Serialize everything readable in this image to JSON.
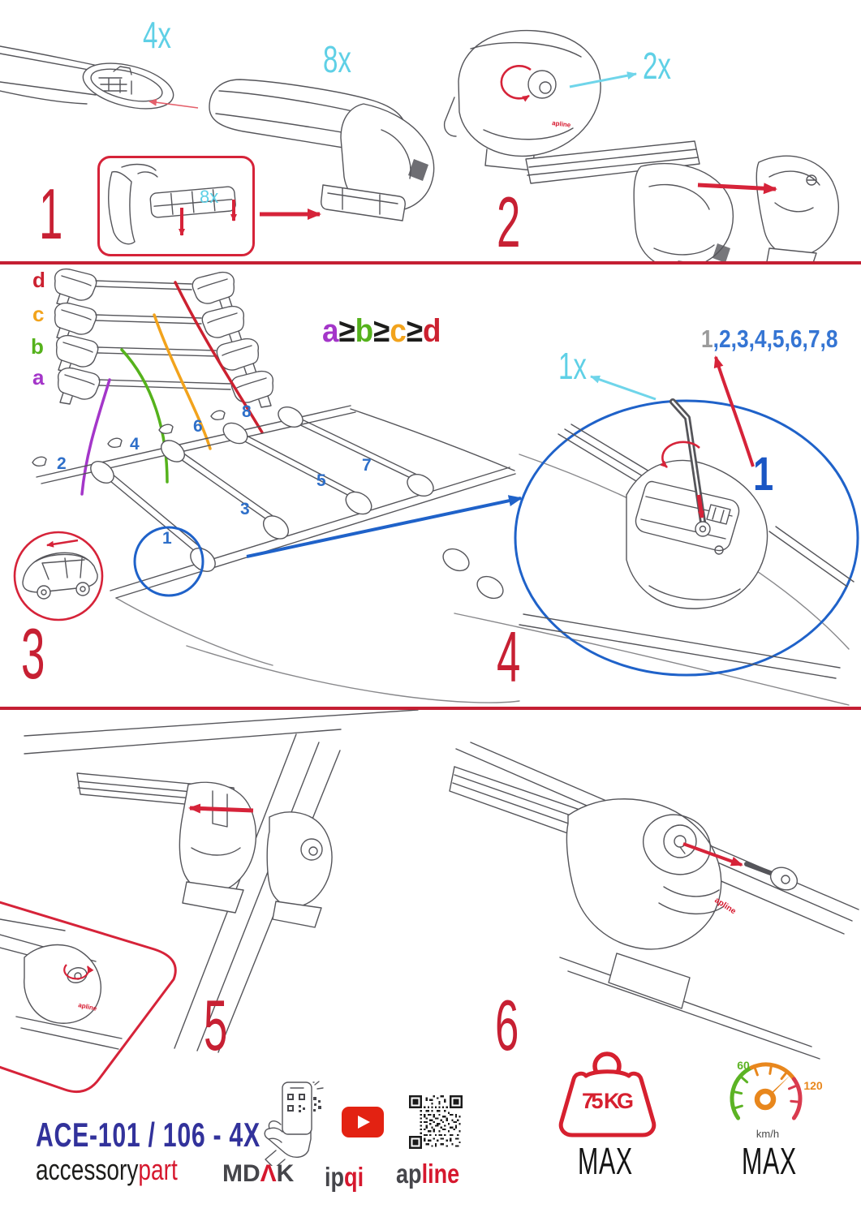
{
  "colors": {
    "cyan": "#5fd0e6",
    "red_arrow": "#d62339",
    "crimson_step": "#c72033",
    "divider_red": "#c41f33",
    "blue_label": "#2e6fc9",
    "blue_line": "#1f62c9",
    "navy_model": "#32329b",
    "purple": "#a436c9",
    "green": "#55b21c",
    "orange": "#f2a31c",
    "letter_red": "#cc2130",
    "seq_gray": "#9b9b9b",
    "logo_gray": "#46464b",
    "logo_red": "#d6182e",
    "ink": "#1d1d1b",
    "youtube_red": "#e32212"
  },
  "steps": {
    "s1": {
      "num": "1",
      "bar_qty": "4x",
      "foot_qty": "8x",
      "pad_qty": "8x"
    },
    "s2": {
      "num": "2",
      "lock_qty": "2x",
      "brand": "apline"
    },
    "s3": {
      "num": "3",
      "bar_labels": [
        "d",
        "c",
        "b",
        "a"
      ],
      "order_rule": [
        "a",
        "≥",
        "b",
        "≥",
        "c",
        "≥",
        "d"
      ],
      "positions": [
        "1",
        "2",
        "3",
        "4",
        "5",
        "6",
        "7",
        "8"
      ]
    },
    "s4": {
      "num": "4",
      "tool_qty": "1x",
      "seq_first": "1",
      "seq_rest": ",2,3,4,5,6,7,8",
      "tighten_order": "1"
    },
    "s5": {
      "num": "5",
      "brand": "apline"
    },
    "s6": {
      "num": "6",
      "brand": "apline"
    }
  },
  "footer": {
    "model": "ACE-101 / 106 - 4X",
    "brand_black": "accessory",
    "brand_red": "part",
    "mdak_md": "MD",
    "mdak_a": "Λ",
    "mdak_k": "K",
    "ipqi_gray": "ip",
    "ipqi_red": "qi",
    "apline_gray": "ap",
    "apline_red": "line",
    "weight_value": "75 KG",
    "weight_max": "MAX",
    "speed_min": "60",
    "speed_max": "120",
    "speed_unit": "km/h",
    "speed_max_label": "MAX"
  }
}
